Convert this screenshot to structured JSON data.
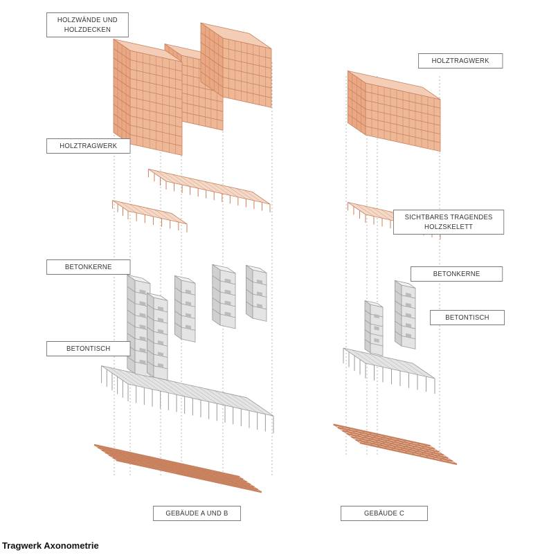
{
  "labels": {
    "holzwaende_line1": "HOLZWÄNDE UND",
    "holzwaende_line2": "HOLZDECKEN",
    "holztragwerk_a": "HOLZTRAGWERK",
    "holztragwerk_c": "HOLZTRAGWERK",
    "sichtbares_line1": "SICHTBARES TRAGENDES",
    "sichtbares_line2": "HOLZSKELETT",
    "betonkerne_a": "BETONKERNE",
    "betontisch_a": "BETONTISCH",
    "betonkerne_c": "BETONKERNE",
    "betontisch_c": "BETONTISCH",
    "gebaeude_ab": "GEBÄUDE A UND B",
    "gebaeude_c": "GEBÄUDE C"
  },
  "caption": "Tragwerk Axonometrie",
  "colors": {
    "timber": "#eeb796",
    "timber_line": "#c8805c",
    "concrete": "#e4e4e4",
    "concrete_line": "#9a9a9a"
  }
}
